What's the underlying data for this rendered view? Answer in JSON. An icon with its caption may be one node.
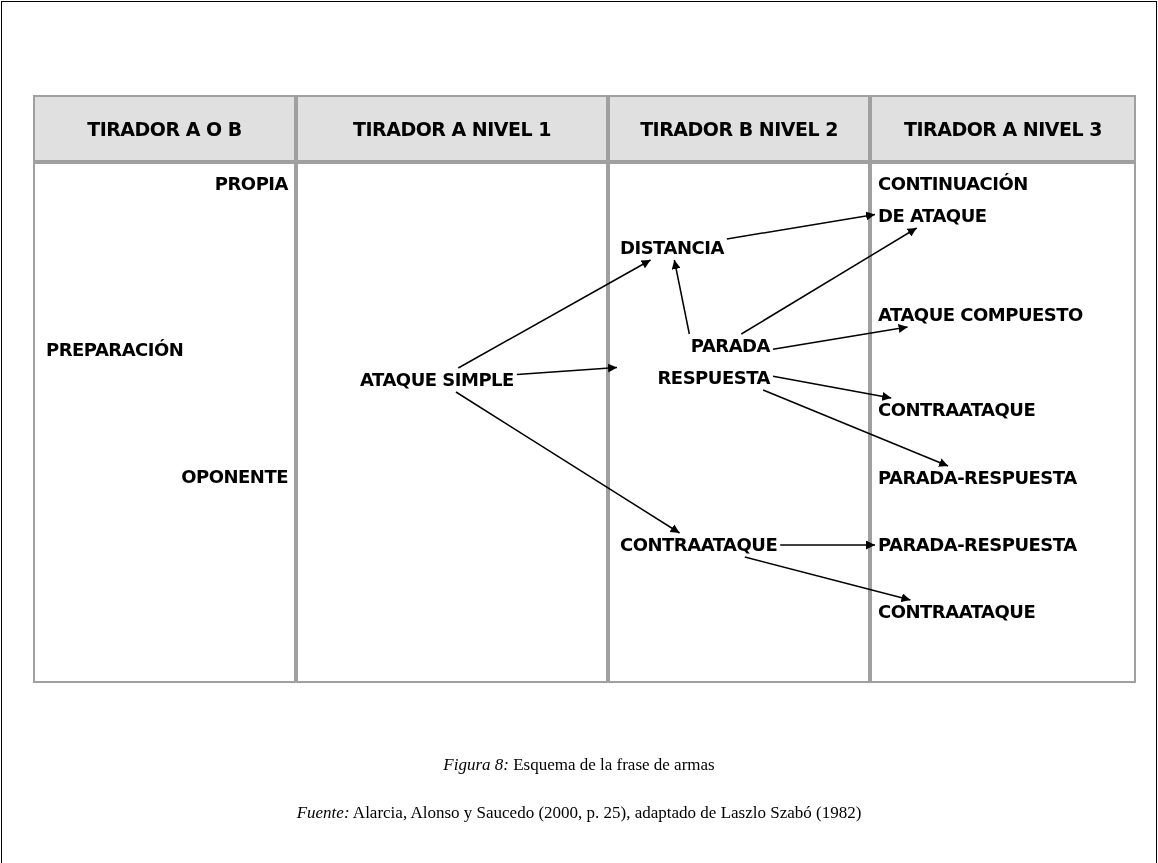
{
  "diagram": {
    "caption": "*Figura 8:* Esquema de la frase de armas",
    "nodes": [
      {
        "text": [
          "PROPIA"
        ]
      },
      {
        "text": [
          "PREPARACIÓN"
        ]
      },
      {
        "text": [
          "OPONENTE"
        ]
      },
      {
        "text": [
          "ATAQUE SIMPLE"
        ]
      },
      {
        "text": [
          "DISTANCIA"
        ]
      },
      {
        "text": [
          "PARADA RESPUESTA"
        ]
      },
      {
        "text": [
          "CONTRAATAQUE"
        ]
      },
      {
        "text": [
          "CONTINUACIÓN DE ATAQUE"
        ]
      },
      {
        "text": [
          "ATAQUE COMPUESTO"
        ]
      },
      {
        "text": [
          "CONTRAATAQUE"
        ]
      },
      {
        "text": [
          "PARADA-RESPUESTA"
        ]
      },
      {
        "text": [
          "PARADA-RESPUESTA"
        ]
      },
      {
        "text": [
          "CONTRAATAQUE"
        ]
      }
    ],
    "edges": [
      {
        "from": 3,
        "to": 4,
        "arrow": "to"
      },
      {
        "from": 3,
        "to": 5,
        "arrow": "to"
      },
      {
        "from": 3,
        "to": 6,
        "arrow": "to"
      },
      {
        "from": 4,
        "to": 7,
        "arrow": "to"
      },
      {
        "from": 5,
        "to": 4,
        "arrow": "to"
      },
      {
        "from": 5,
        "to": 7,
        "arrow": "to"
      },
      {
        "from": 5,
        "to": 8,
        "arrow": "to"
      },
      {
        "from": 5,
        "to": 9,
        "arrow": "to"
      },
      {
        "from": 5,
        "to": 10,
        "arrow": "to"
      },
      {
        "from": 6,
        "to": 11,
        "arrow": "to"
      },
      {
        "from": 6,
        "to": 12,
        "arrow": "to"
      }
    ],
    "labels": [
      "TIRADOR A O B",
      "TIRADOR A NIVEL 1",
      "TIRADOR B NIVEL 2",
      "TIRADOR A NIVEL 3",
      "*Fuente:* Alarcia, Alonso y Saucedo (2000, p. 25), adaptado de Laszlo Szabó (1982)"
    ]
  }
}
